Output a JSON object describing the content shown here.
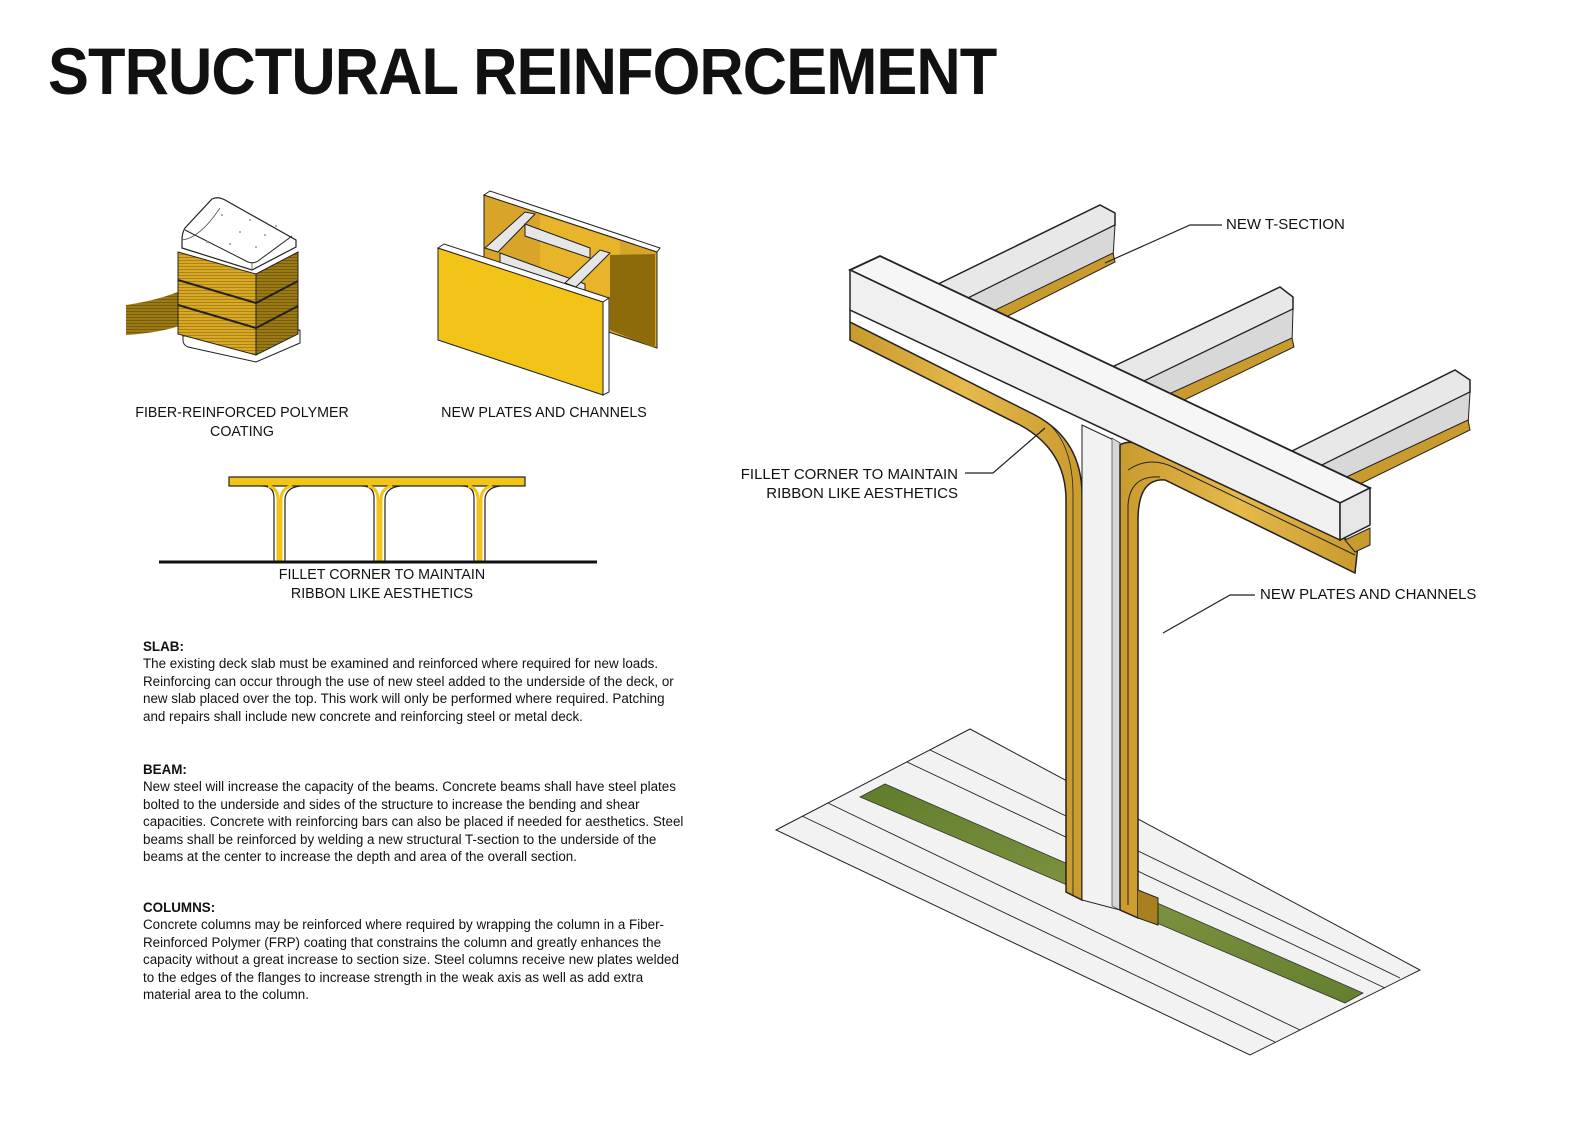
{
  "title": "STRUCTURAL REINFORCEMENT",
  "figures": {
    "frp": {
      "caption_line1": "FIBER-REINFORCED POLYMER",
      "caption_line2": "COATING"
    },
    "plates": {
      "caption": "NEW PLATES AND CHANNELS"
    },
    "elevation": {
      "caption_line1": "FILLET CORNER TO MAINTAIN",
      "caption_line2": "RIBBON LIKE AESTHETICS"
    }
  },
  "axonometric": {
    "callouts": {
      "t_section": "NEW T-SECTION",
      "fillet_line1": "FILLET CORNER TO MAINTAIN",
      "fillet_line2": "RIBBON LIKE AESTHETICS",
      "plates": "NEW PLATES AND CHANNELS"
    }
  },
  "sections": [
    {
      "heading": "SLAB:",
      "body": "The existing deck slab must be examined and reinforced where required for new loads. Reinforcing can occur through the use of new steel added to the underside of the deck, or new slab placed over the top. This work will only be performed where required. Patching and repairs shall include new concrete and reinforcing steel or metal deck."
    },
    {
      "heading": "BEAM:",
      "body": "New steel will increase the capacity of the beams. Concrete beams shall have steel plates bolted to the underside and sides of the structure to increase the bending and shear capacities. Concrete with reinforcing bars can also be placed if needed for aesthetics. Steel beams shall be reinforced by welding a new structural T-section to the underside of the beams at the center to increase the depth and area of the overall section."
    },
    {
      "heading": "COLUMNS:",
      "body": "Concrete columns may be reinforced where required by wrapping the column in a Fiber-Reinforced Polymer (FRP) coating that constrains the column and greatly enhances the capacity without a great increase to section size. Steel columns receive new plates welded to the edges of the flanges to increase strength in the weak axis as well as add extra material area to the column."
    }
  ],
  "colors": {
    "steel_yellow": "#f2c417",
    "steel_yellow_dark": "#8a6a0a",
    "ribbon_gold": "#e3b446",
    "concrete": "#f1f1f1",
    "grass": "#6f8a3a",
    "ink": "#111111"
  }
}
